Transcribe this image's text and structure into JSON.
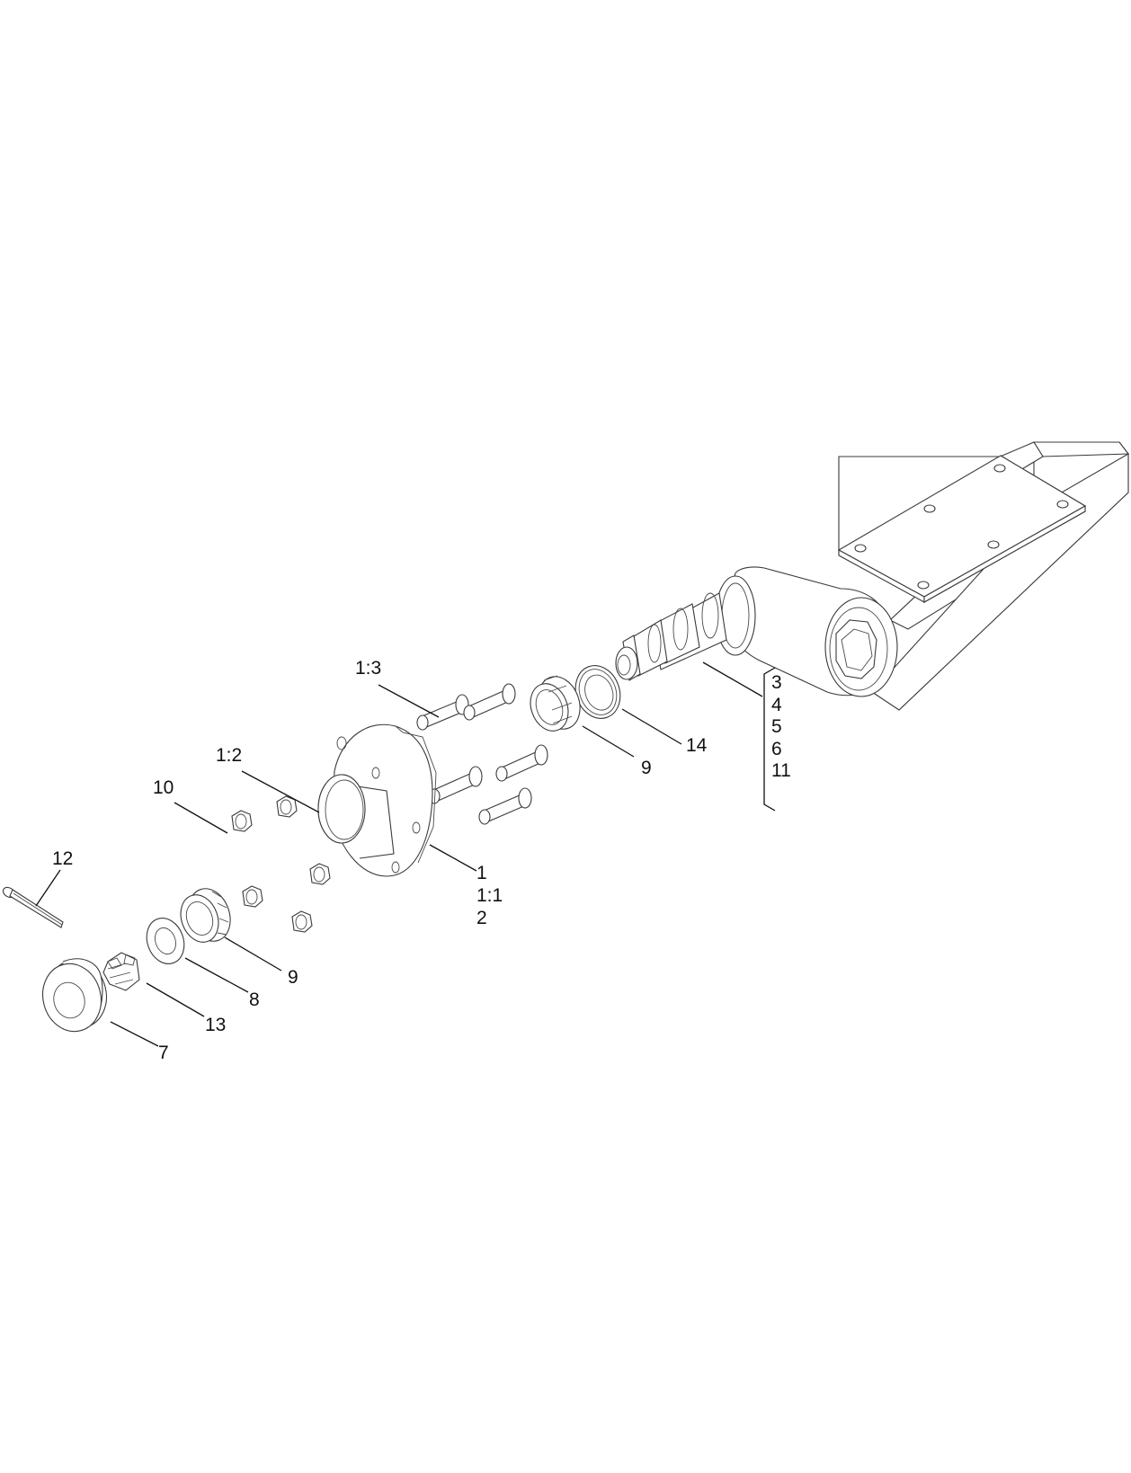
{
  "diagram": {
    "type": "exploded-parts-diagram",
    "subject": "Wheel hub and spindle arm assembly",
    "line_color": "#3a3a3a",
    "background": "#ffffff"
  },
  "callouts": {
    "c_1_3": "1:3",
    "c_1_2": "1:2",
    "c_10": "10",
    "c_12": "12",
    "c_9_top": "9",
    "c_14": "14",
    "c_1": "1",
    "c_1_1": "1:1",
    "c_2": "2",
    "c_9_bottom": "9",
    "c_8": "8",
    "c_13": "13",
    "c_7": "7",
    "spindle_group": [
      "3",
      "4",
      "5",
      "6",
      "11"
    ]
  },
  "parts": [
    {
      "ref": "1",
      "name": "hub"
    },
    {
      "ref": "1:1",
      "name": "hub sub-part"
    },
    {
      "ref": "1:2",
      "name": "bearing cup"
    },
    {
      "ref": "1:3",
      "name": "wheel stud"
    },
    {
      "ref": "2",
      "name": "hub component"
    },
    {
      "ref": "3",
      "name": "spindle arm"
    },
    {
      "ref": "4",
      "name": "spindle component"
    },
    {
      "ref": "5",
      "name": "spindle component"
    },
    {
      "ref": "6",
      "name": "spindle component"
    },
    {
      "ref": "7",
      "name": "dust cap"
    },
    {
      "ref": "8",
      "name": "washer"
    },
    {
      "ref": "9",
      "name": "tapered bearing cone"
    },
    {
      "ref": "10",
      "name": "lug nut"
    },
    {
      "ref": "11",
      "name": "spindle component"
    },
    {
      "ref": "12",
      "name": "cotter pin"
    },
    {
      "ref": "13",
      "name": "castle nut"
    },
    {
      "ref": "14",
      "name": "grease seal"
    }
  ]
}
